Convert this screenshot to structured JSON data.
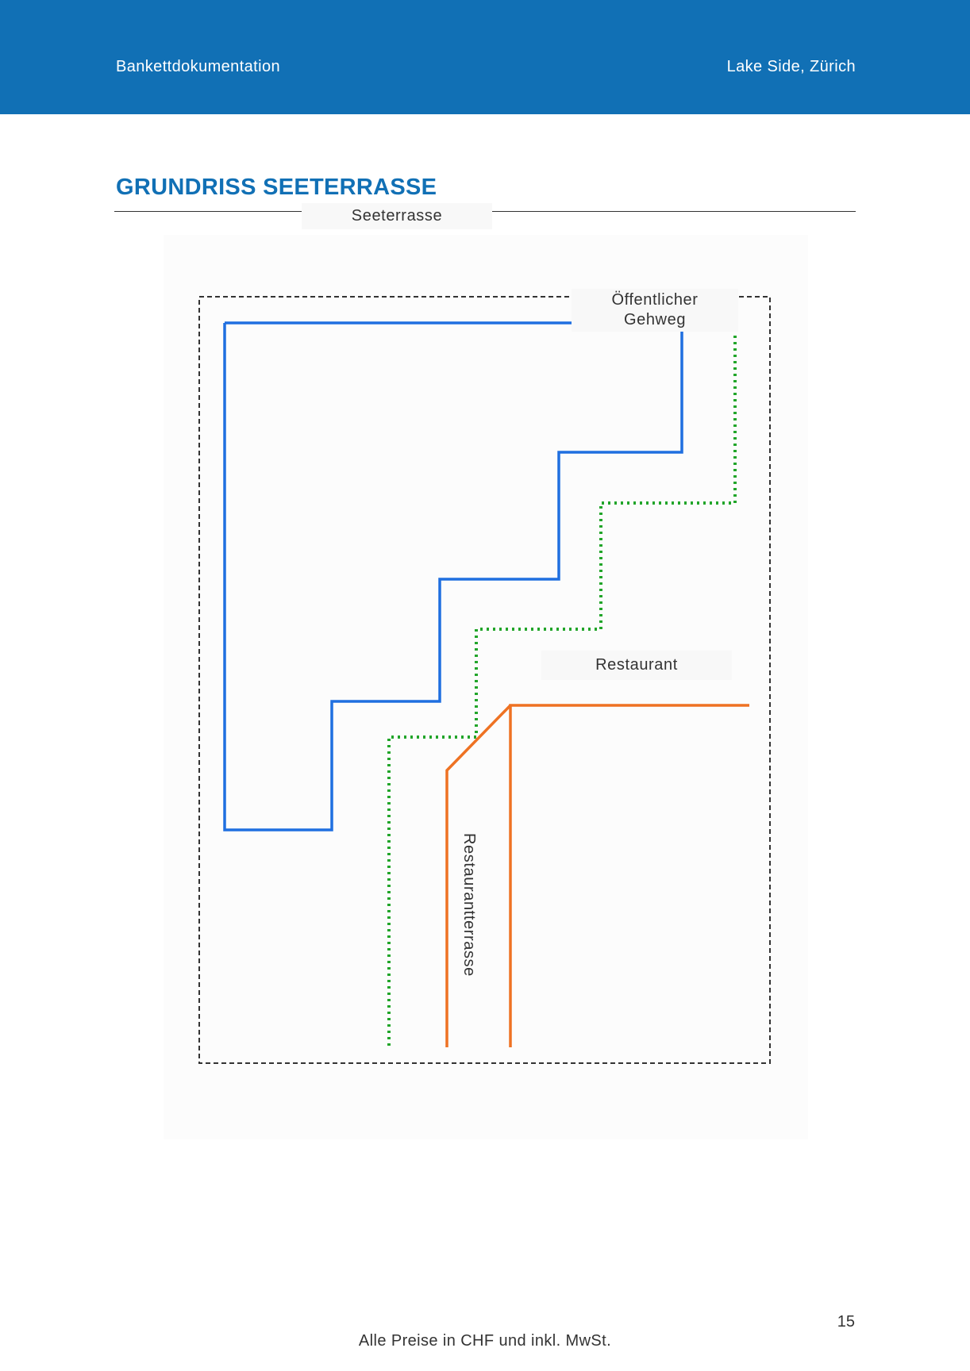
{
  "header": {
    "left_text": "Bankettdokumentation",
    "right_text": "Lake Side, Zürich",
    "band_color": "#1170b5"
  },
  "section": {
    "title": "GRUNDRISS SEETERRASSE",
    "title_color": "#1170b5"
  },
  "floor_plan": {
    "labels": {
      "seeterrasse": "Seeterrasse",
      "gehweg_line1": "Öffentlicher",
      "gehweg_line2": "Gehweg",
      "restaurant": "Restaurant",
      "restaurantterrasse": "Restaurantterrasse"
    },
    "colors": {
      "seeterrasse_outline": "#1f6fe0",
      "gehweg_path": "#22a52a",
      "restaurant_outline": "#ee7223",
      "boundary": "#333333"
    }
  },
  "footer": {
    "note": "Alle Preise in CHF und inkl. MwSt.",
    "page_number": "15"
  }
}
